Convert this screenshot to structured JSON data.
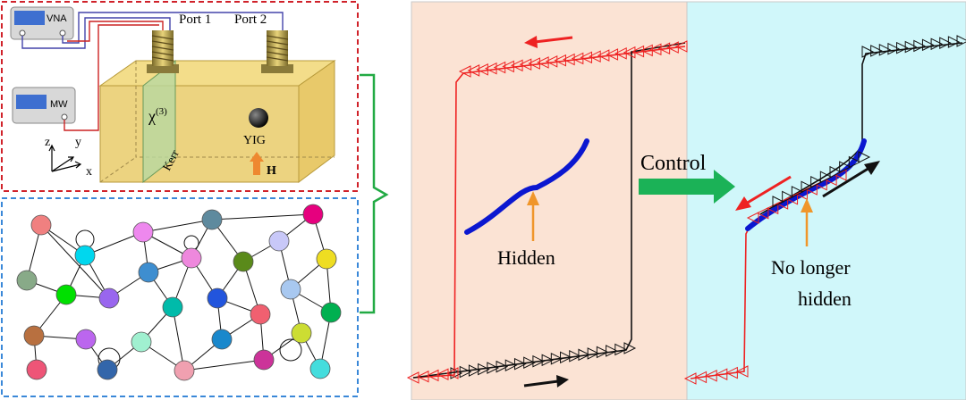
{
  "setup": {
    "vna_label": "VNA",
    "mw_label": "MW",
    "port1": "Port 1",
    "port2": "Port 2",
    "chi_label": "χ",
    "chi_sup": "(3)",
    "kerr_label": "Kerr",
    "yig_label": "YIG",
    "field_label": "H",
    "axes": {
      "z": "z",
      "y": "y",
      "x": "x"
    }
  },
  "network": {
    "colors": [
      "#f08080",
      "#00d7ee",
      "#ee88ee",
      "#5e8a9e",
      "#e6007e",
      "#88aa88",
      "#00e000",
      "#9966ee",
      "#3e8ed0",
      "#ee88dd",
      "#5a8a1a",
      "#c8c8f8",
      "#eedd22",
      "#00bbaa",
      "#2255dd",
      "#f06070",
      "#a8c8f0",
      "#00b050",
      "#b87040",
      "#bb66ee",
      "#a0f0d0",
      "#1a88cc",
      "#ccdd33",
      "#3366aa",
      "#f0a0b0",
      "#cc3399",
      "#44dddd",
      "#ee5577",
      "#8a7090"
    ]
  },
  "right_panel": {
    "hidden_label": "Hidden",
    "control_label": "Control",
    "no_longer_line1": "No longer",
    "no_longer_line2": "hidden"
  }
}
